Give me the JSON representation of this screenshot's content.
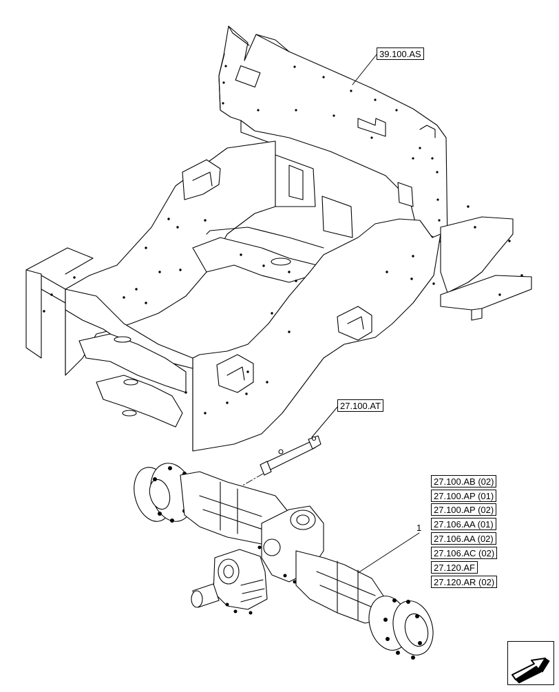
{
  "diagram": {
    "callouts": {
      "frame_plate": "39.100.AS",
      "drive_shaft": "27.100.AT"
    },
    "item_number": "1",
    "axle_references": [
      "27.100.AB (02)",
      "27.100.AP (01)",
      "27.100.AP (02)",
      "27.106.AA (01)",
      "27.106.AA (02)",
      "27.106.AC (02)",
      "27.120.AF",
      "27.120.AR (02)"
    ],
    "nav_icon": "next-page-arrow-icon"
  }
}
